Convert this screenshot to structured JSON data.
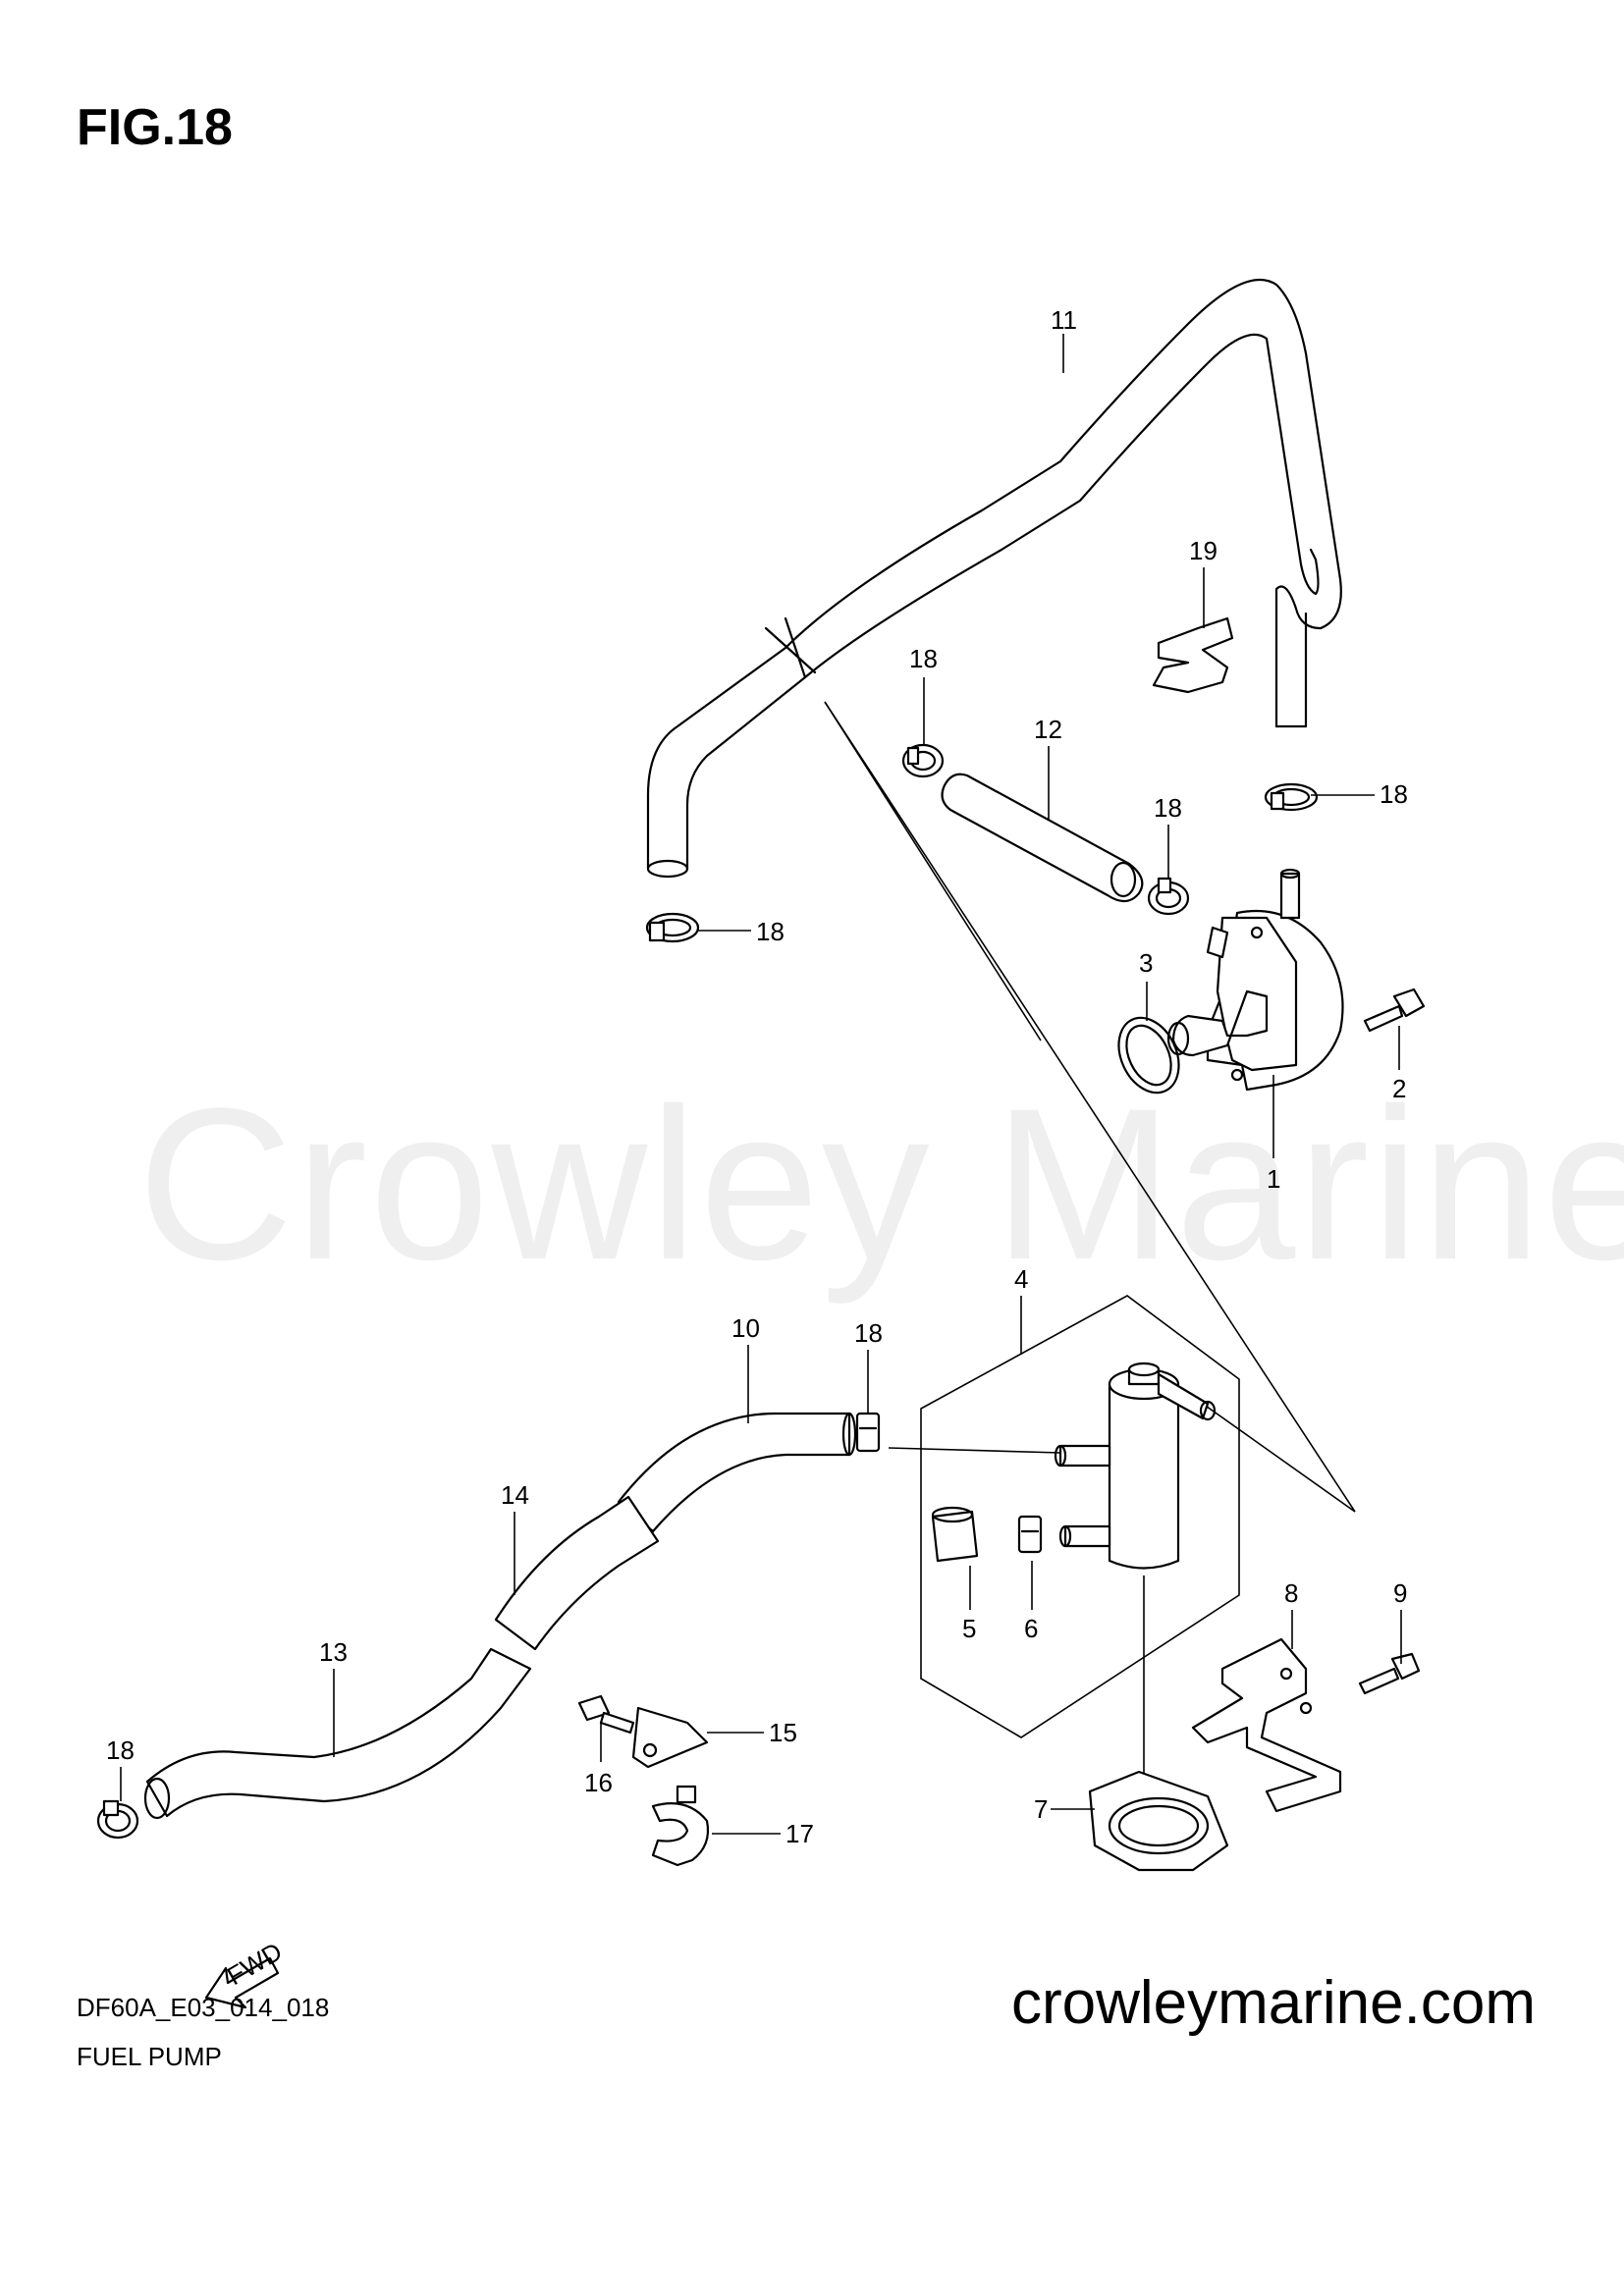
{
  "figure": {
    "title": "FIG.18",
    "watermark": "Crowley Marine",
    "website": "crowleymarine.com",
    "drawing_code": "DF60A_E03_014_018",
    "drawing_name": "FUEL PUMP",
    "fwd_label": "FWD"
  },
  "callouts": {
    "c1": "1",
    "c2": "2",
    "c3": "3",
    "c4": "4",
    "c5": "5",
    "c6": "6",
    "c7": "7",
    "c8": "8",
    "c9": "9",
    "c10": "10",
    "c11": "11",
    "c12": "12",
    "c13": "13",
    "c14": "14",
    "c15": "15",
    "c16": "16",
    "c17": "17",
    "c18a": "18",
    "c18b": "18",
    "c18c": "18",
    "c18d": "18",
    "c18e": "18",
    "c18f": "18",
    "c19": "19"
  }
}
